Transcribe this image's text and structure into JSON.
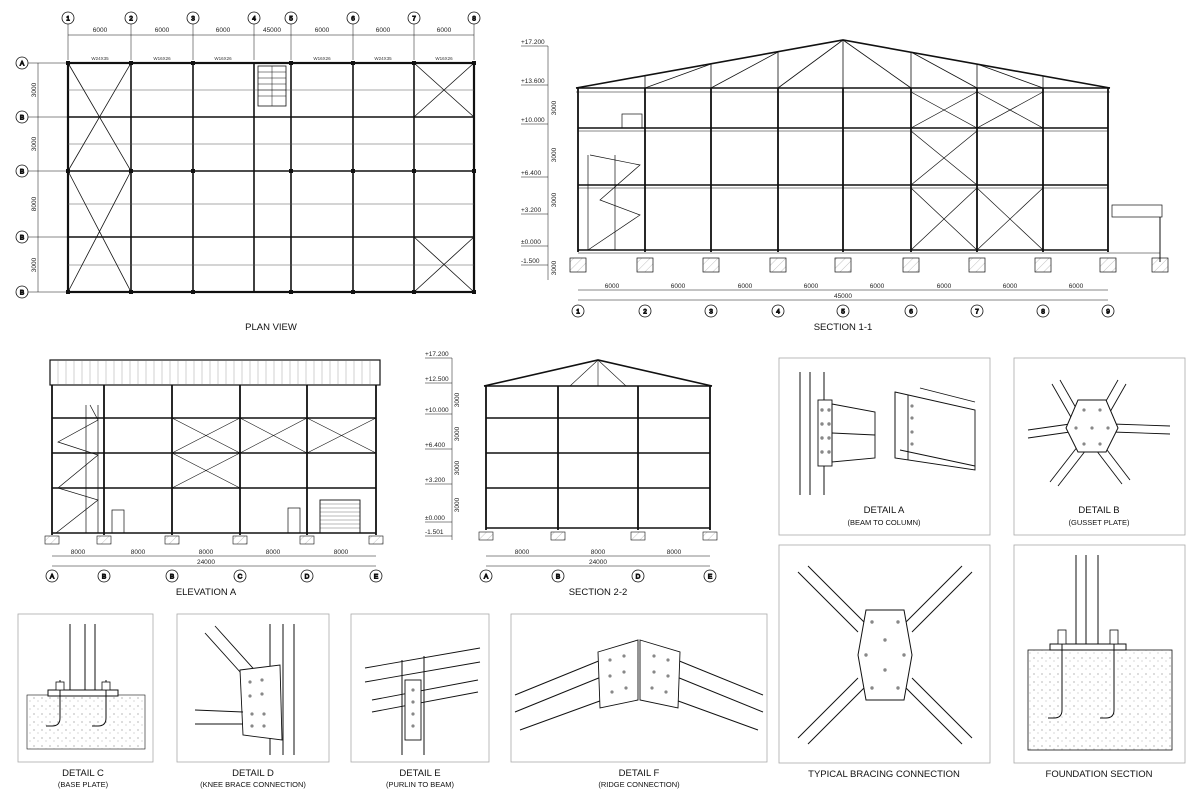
{
  "titles": {
    "plan": "PLAN VIEW",
    "section11": "SECTION 1-1",
    "elevationA": "ELEVATION A",
    "section22": "SECTION 2-2",
    "detailA": "DETAIL A",
    "detailA_sub": "(BEAM TO COLUMN)",
    "detailB": "DETAIL B",
    "detailB_sub": "(GUSSET PLATE)",
    "detailC": "DETAIL C",
    "detailC_sub": "(BASE PLATE)",
    "detailD": "DETAIL D",
    "detailD_sub": "(KNEE BRACE CONNECTION)",
    "detailE": "DETAIL E",
    "detailE_sub": "(PURLIN TO BEAM)",
    "detailF": "DETAIL F",
    "detailF_sub": "(RIDGE CONNECTION)",
    "bracing": "TYPICAL BRACING CONNECTION",
    "foundation": "FOUNDATION SECTION"
  },
  "grid_numbers": [
    "1",
    "2",
    "3",
    "4",
    "5",
    "6",
    "7",
    "8",
    "9"
  ],
  "grid_letters_plan": [
    "A",
    "B",
    "B",
    "B",
    "B"
  ],
  "grid_letters_elev": [
    "A",
    "B",
    "B",
    "C",
    "D",
    "E"
  ],
  "grid_letters_s22": [
    "A",
    "B",
    "D",
    "E"
  ],
  "plan": {
    "bay_dims": [
      "6000",
      "6000",
      "6000",
      "45000",
      "6000",
      "6000",
      "6000"
    ],
    "side_dims": [
      "3000",
      "3000",
      "8000",
      "3000"
    ],
    "member_labels": [
      "W24X35",
      "W16X26",
      "W16X26",
      "W16X26",
      "W24X35",
      "W16X26"
    ]
  },
  "section11": {
    "levels": [
      "+17.200",
      "+13.600",
      "+10.000",
      "+6.400",
      "+3.200",
      "±0.000",
      "-1.500"
    ],
    "side_dims": [
      "3000",
      "3000",
      "3000",
      "3000"
    ],
    "bay_dims": [
      "6000",
      "6000",
      "6000",
      "6000",
      "6000",
      "6000",
      "6000",
      "6000"
    ],
    "total": "45000"
  },
  "elevationA": {
    "bay_dims": [
      "8000",
      "8000",
      "8000",
      "8000",
      "8000"
    ],
    "total": "24000"
  },
  "section22": {
    "levels": [
      "+17.200",
      "+12.500",
      "+10.000",
      "+6.400",
      "+3.200",
      "±0.000",
      "-1.501"
    ],
    "side_dims": [
      "3000",
      "3000",
      "3000",
      "3000"
    ],
    "bay_dims": [
      "8000",
      "8000",
      "8000"
    ],
    "total": "24000"
  }
}
